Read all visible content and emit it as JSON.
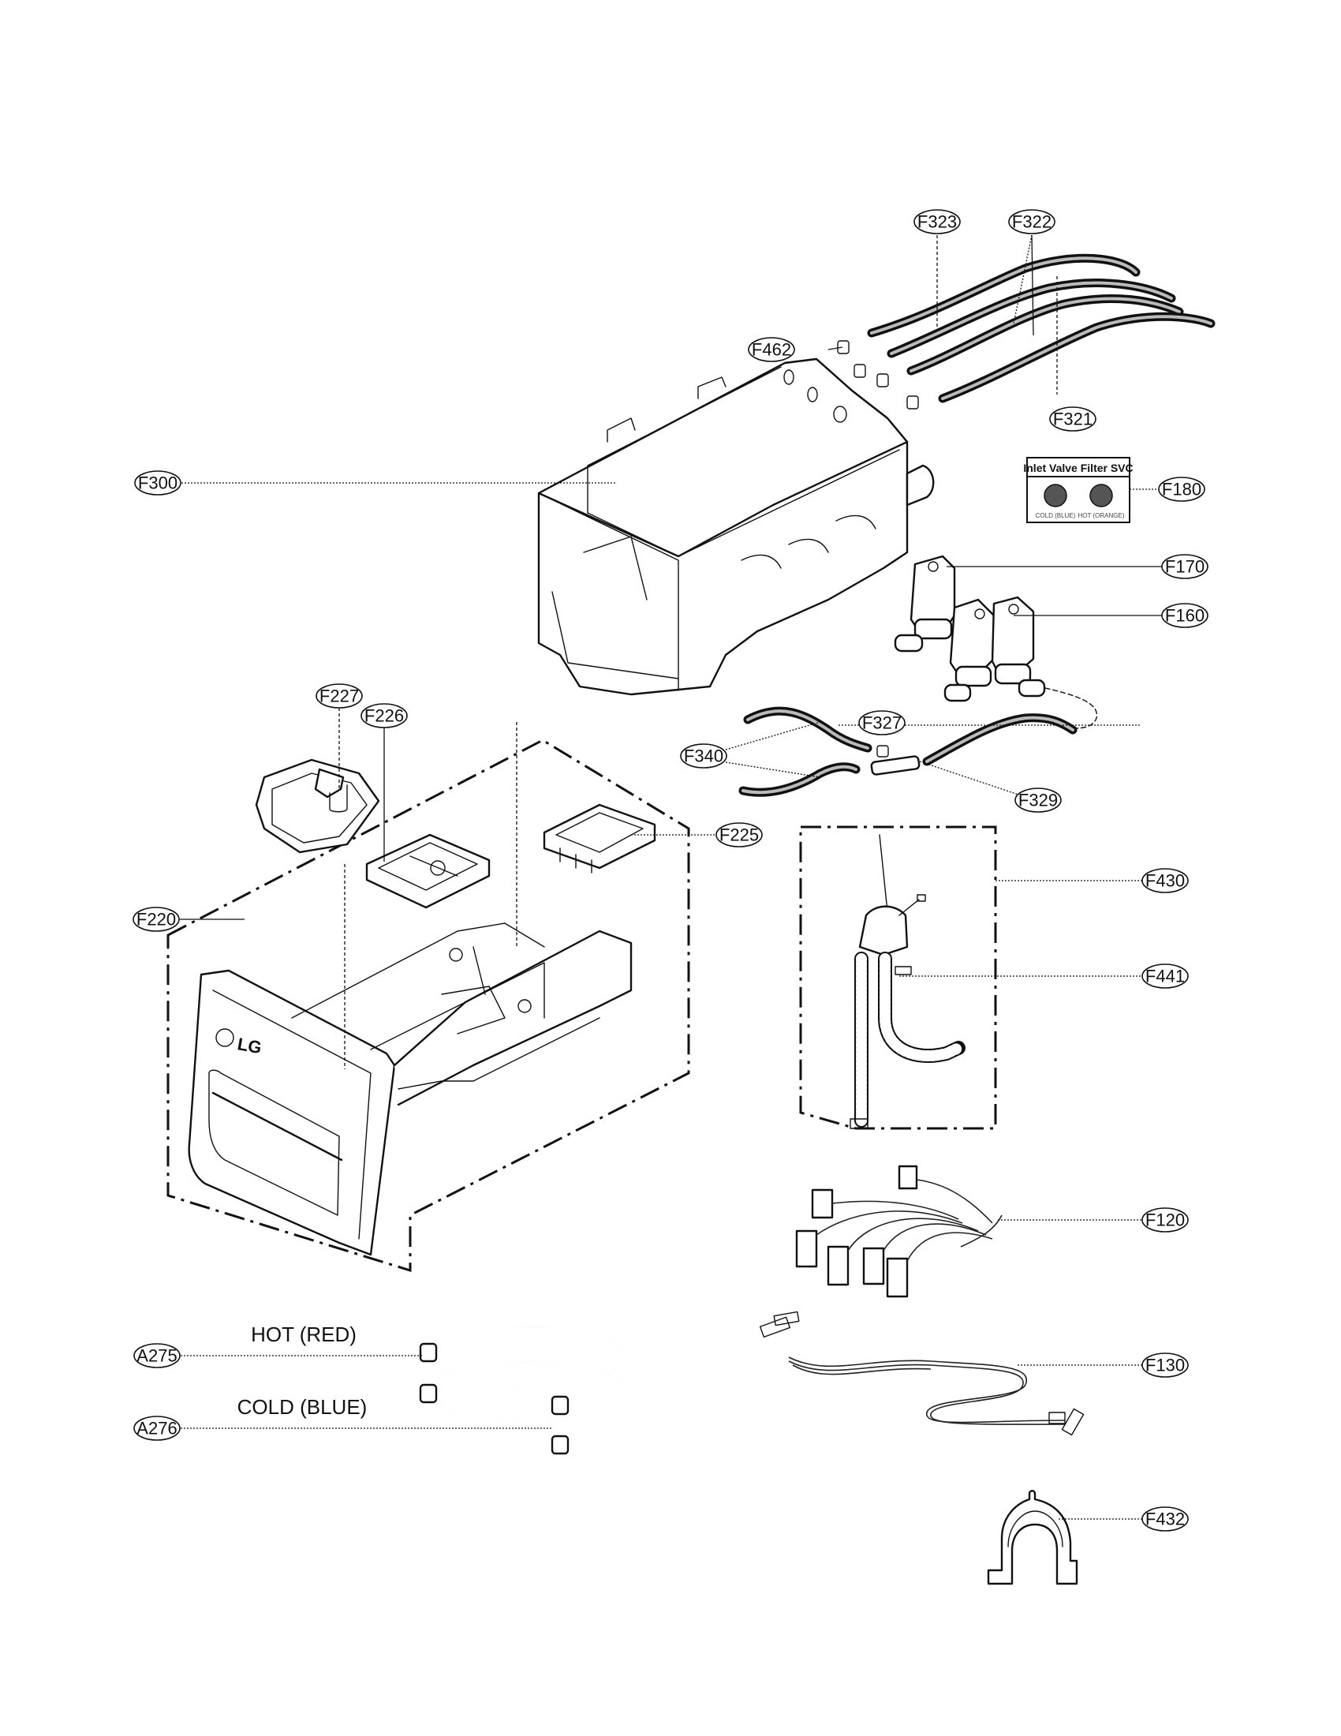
{
  "diagram": {
    "type": "exploded-parts-diagram",
    "brand_logo": "LG",
    "callouts": {
      "F323": "F323",
      "F322": "F322",
      "F462": "F462",
      "F321": "F321",
      "F300": "F300",
      "F180": "F180",
      "F170": "F170",
      "F160": "F160",
      "F327": "F327",
      "F340": "F340",
      "F329": "F329",
      "F227": "F227",
      "F226": "F226",
      "F225": "F225",
      "F430": "F430",
      "F220": "F220",
      "F441": "F441",
      "F120": "F120",
      "A275": "A275",
      "A276": "A276",
      "F130": "F130",
      "F432": "F432"
    },
    "inlet_filter_box": {
      "title": "Inlet Valve Filter SVC",
      "left_label": "COLD (BLUE)",
      "right_label": "HOT (ORANGE)"
    },
    "hose_labels": {
      "hot": "HOT (RED)",
      "cold": "COLD (BLUE)"
    },
    "parts": [
      {
        "ref": "F323",
        "part": "inlet hose"
      },
      {
        "ref": "F322",
        "part": "inlet hoses (pair)"
      },
      {
        "ref": "F321",
        "part": "inlet hose"
      },
      {
        "ref": "F462",
        "part": "hose clamps"
      },
      {
        "ref": "F300",
        "part": "dispenser housing assembly"
      },
      {
        "ref": "F180",
        "part": "inlet valve filter"
      },
      {
        "ref": "F170",
        "part": "single inlet valve"
      },
      {
        "ref": "F160",
        "part": "dual inlet valve"
      },
      {
        "ref": "F327",
        "part": "connector hose"
      },
      {
        "ref": "F340",
        "part": "hoses"
      },
      {
        "ref": "F329",
        "part": "joint connector"
      },
      {
        "ref": "F227",
        "part": "siphon cap"
      },
      {
        "ref": "F226",
        "part": "detergent cup"
      },
      {
        "ref": "F225",
        "part": "softener cup"
      },
      {
        "ref": "F220",
        "part": "dispenser drawer assembly"
      },
      {
        "ref": "F430",
        "part": "drain hose assembly"
      },
      {
        "ref": "F441",
        "part": "hose clamp"
      },
      {
        "ref": "F120",
        "part": "wire harness"
      },
      {
        "ref": "F130",
        "part": "wire harness"
      },
      {
        "ref": "A275",
        "part": "inlet hose hot"
      },
      {
        "ref": "A276",
        "part": "inlet hose cold"
      },
      {
        "ref": "F432",
        "part": "hose guide"
      }
    ]
  }
}
